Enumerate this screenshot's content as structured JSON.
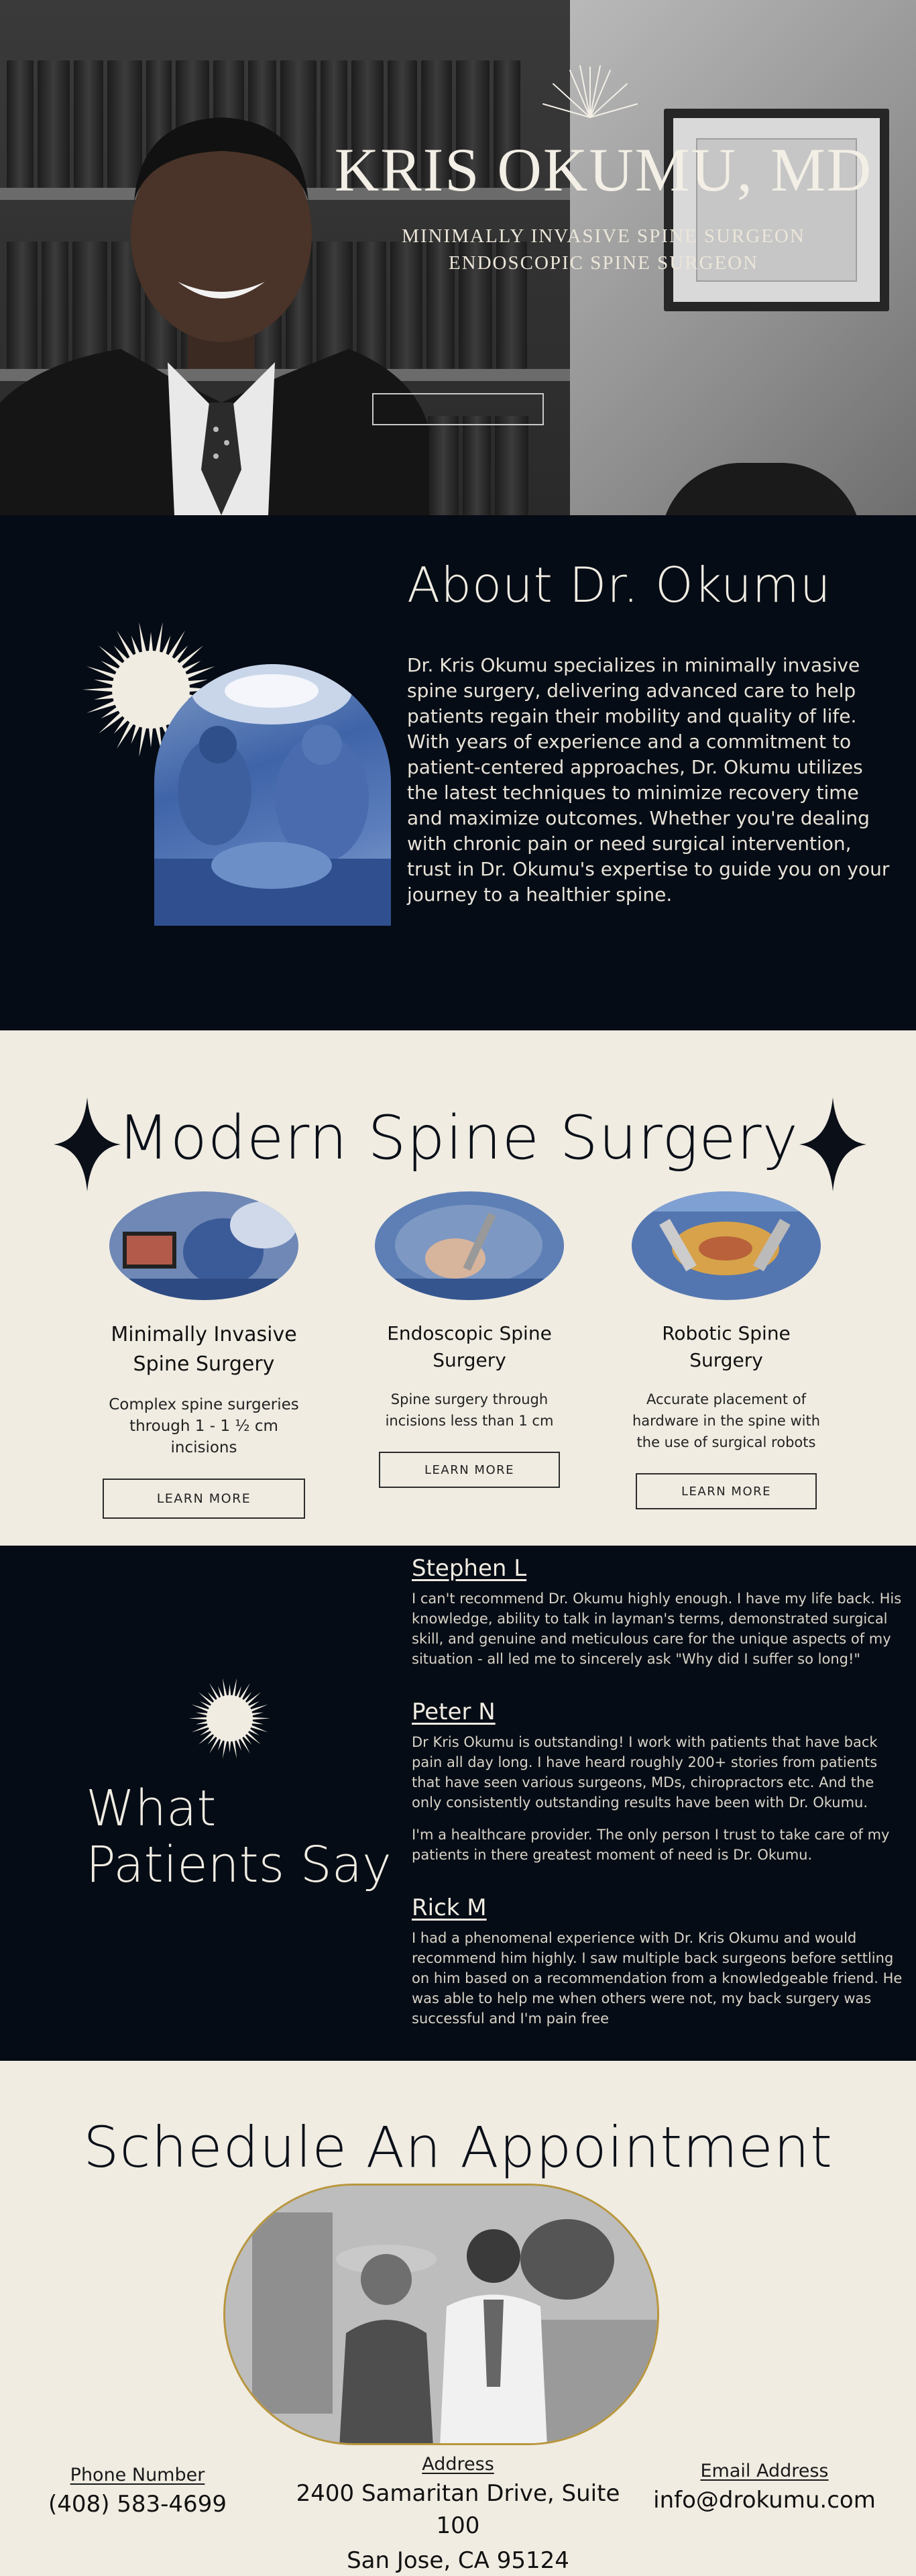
{
  "hero": {
    "name": "KRIS OKUMU, MD",
    "subtitle_1": "MINIMALLY INVASIVE SPINE SURGEON",
    "subtitle_2": "ENDOSCOPIC SPINE SURGEON"
  },
  "about": {
    "title": "About Dr. Okumu",
    "body": "Dr. Kris Okumu specializes in minimally invasive spine surgery, delivering advanced care to help patients regain their mobility and quality of life. With years of experience and a commitment to patient-centered approaches, Dr. Okumu utilizes the latest techniques to minimize recovery time and maximize outcomes. Whether you're dealing with chronic pain or need surgical intervention, trust in Dr. Okumu's expertise to guide you on your journey to a healthier spine."
  },
  "surgery": {
    "title": "Modern Spine Surgery",
    "cards": [
      {
        "title_1": "Minimally Invasive",
        "title_2": "Spine Surgery",
        "desc_1": "Complex spine surgeries",
        "desc_2": "through 1 - 1 ½ cm incisions",
        "desc_3": "",
        "button": "LEARN MORE"
      },
      {
        "title_1": "Endoscopic Spine",
        "title_2": "Surgery",
        "desc_1": "Spine surgery through",
        "desc_2": "incisions less than 1 cm",
        "desc_3": "",
        "button": "LEARN MORE"
      },
      {
        "title_1": "Robotic Spine",
        "title_2": "Surgery",
        "desc_1": "Accurate placement of",
        "desc_2": "hardware in the spine with",
        "desc_3": "the use of surgical robots",
        "button": "LEARN MORE"
      }
    ]
  },
  "testimonials": {
    "heading_1": "What",
    "heading_2": "Patients Say",
    "reviews": [
      {
        "name": "Stephen L",
        "text": "I can't recommend Dr. Okumu highly enough. I have my life back. His knowledge, ability to talk in layman's terms, demonstrated surgical skill, and genuine and meticulous care for the unique aspects of my situation - all led me to sincerely ask \"Why did I suffer so long!\"",
        "text_2": ""
      },
      {
        "name": "Peter N",
        "text": "Dr Kris Okumu is outstanding! I work with patients that have back pain all day long. I have heard roughly 200+ stories from patients that have seen various surgeons, MDs, chiropractors etc. And the only consistently outstanding results have been with Dr. Okumu.",
        "text_2": "I'm a healthcare provider. The only person I trust to take care of my patients in there greatest moment of need is Dr. Okumu."
      },
      {
        "name": "Rick M",
        "text": "I had a phenomenal experience with Dr. Kris Okumu and would recommend him highly. I saw multiple back surgeons before settling on him based on a recommendation from a knowledgeable friend. He was able to help me when others were not, my back surgery was successful and I'm pain free",
        "text_2": ""
      }
    ]
  },
  "appointment": {
    "title": "Schedule An Appointment Today",
    "phone_label": "Phone Number",
    "phone": "(408) 583-4699",
    "address_label": "Address",
    "address_1": "2400 Samaritan Drive, Suite 100",
    "address_2": "San Jose, CA 95124",
    "email_label": "Email Address",
    "email": "info@drokumu.com"
  },
  "colors": {
    "navy": "#060c15",
    "cream": "#f0ece2",
    "gold_border": "#b8963e"
  },
  "icons": [
    "sunburst-icon",
    "four-point-star-icon"
  ]
}
